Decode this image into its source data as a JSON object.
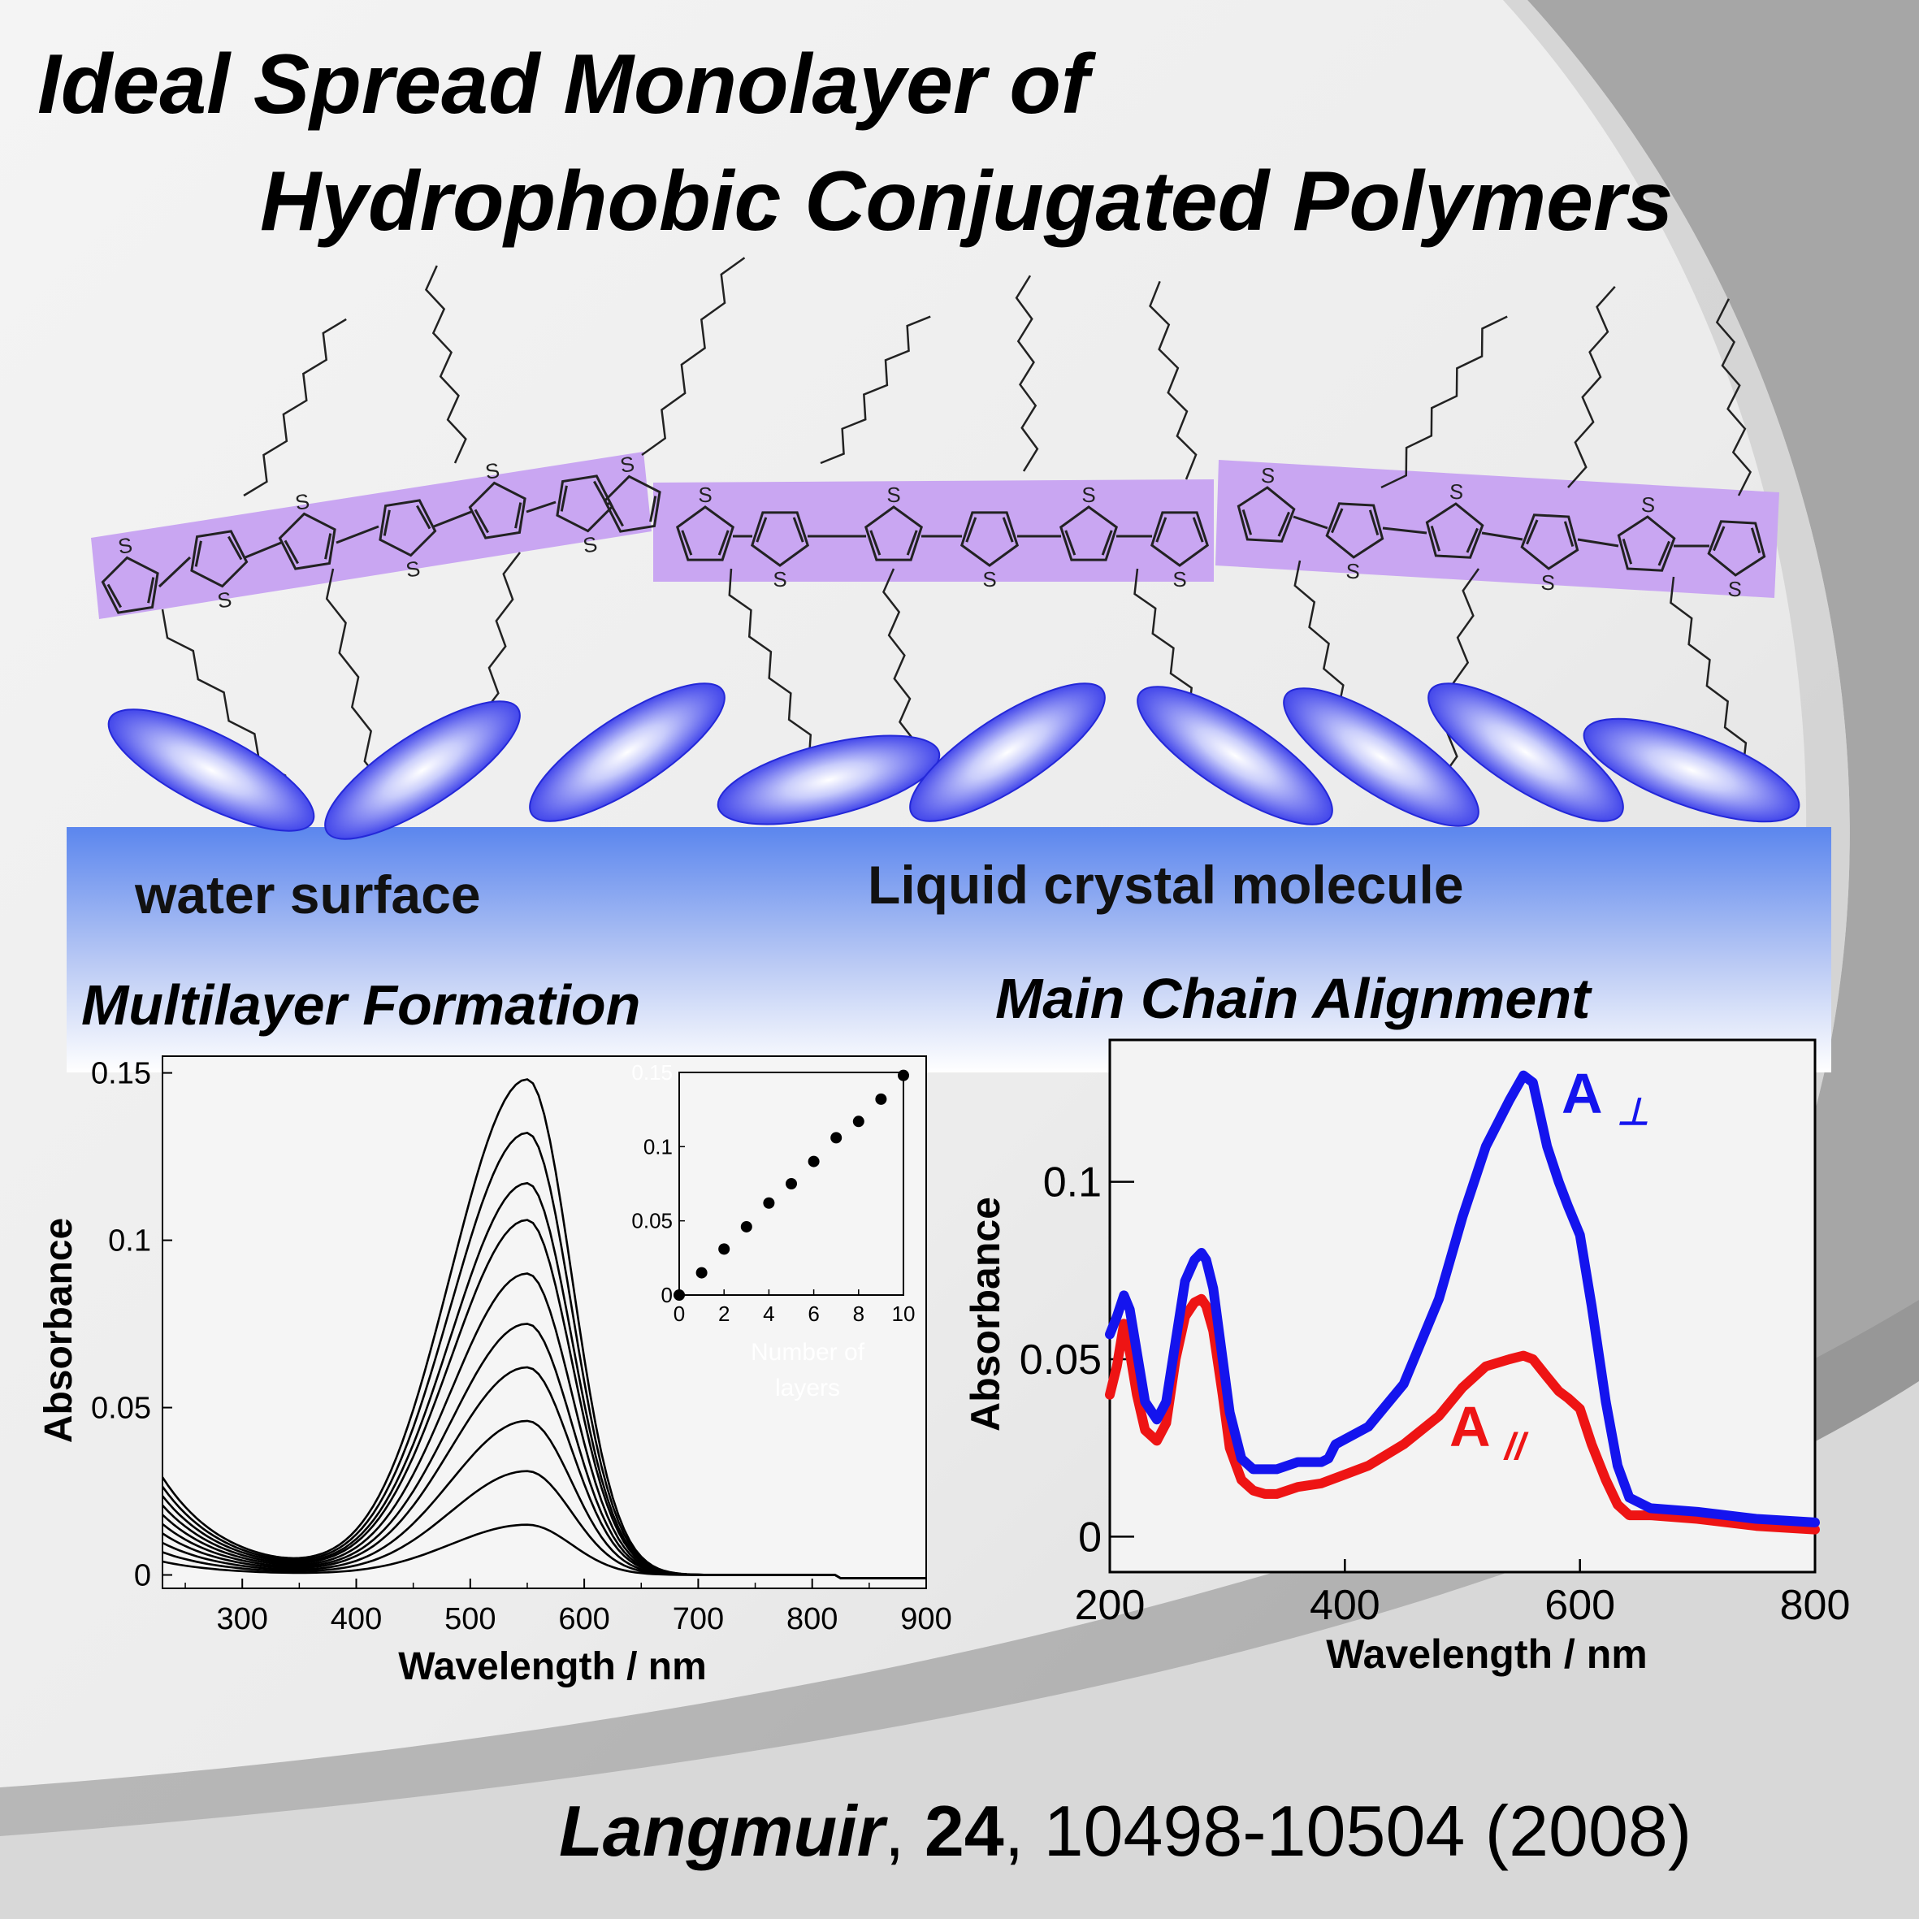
{
  "title": {
    "line1": "Ideal Spread Monolayer of",
    "line2": "Hydrophobic Conjugated Polymers"
  },
  "scene": {
    "water_label": "water surface",
    "lc_label": "Liquid crystal molecule",
    "sulfur_label": "S",
    "colors": {
      "polymer_band": "#c9a6f2",
      "lc_molecule": "#3436ee",
      "water": "#5b86ee"
    }
  },
  "sections": {
    "left_title": "Multilayer Formation",
    "right_title": "Main Chain Alignment"
  },
  "citation": {
    "journal": "Langmuir",
    "sep1": ", ",
    "volume": "24",
    "rest": ", 10498-10504 (2008)"
  },
  "chart_data": [
    {
      "type": "line",
      "xlabel": "Wavelength  /  nm",
      "ylabel": "Absorbance",
      "xlim": [
        230,
        900
      ],
      "ylim": [
        -0.004,
        0.155
      ],
      "xticks": [
        300,
        400,
        500,
        600,
        700,
        800,
        900
      ],
      "yticks": [
        0,
        0.05,
        0.1,
        0.15
      ],
      "ytick_labels": [
        "0",
        "0.05",
        "0.1",
        "0.15"
      ],
      "peak_nm": 550,
      "series_peaks": [
        0.015,
        0.031,
        0.046,
        0.062,
        0.075,
        0.09,
        0.106,
        0.117,
        0.132,
        0.148
      ],
      "color": "#000000"
    },
    {
      "type": "scatter",
      "inset": true,
      "xlabel": "Number of layers",
      "xlim": [
        0,
        10
      ],
      "ylim": [
        0,
        0.15
      ],
      "xticks": [
        0,
        2,
        4,
        6,
        8,
        10
      ],
      "yticks": [
        0,
        0.05,
        0.1,
        0.15
      ],
      "ytick_labels": [
        "0",
        "0.05",
        "0.1",
        "0.15"
      ],
      "x": [
        0,
        1,
        2,
        3,
        4,
        5,
        6,
        7,
        8,
        9,
        10
      ],
      "y": [
        0,
        0.015,
        0.031,
        0.046,
        0.062,
        0.075,
        0.09,
        0.106,
        0.117,
        0.132,
        0.148
      ]
    },
    {
      "type": "line",
      "xlabel": "Wavelength / nm",
      "ylabel": "Absorbance",
      "xlim": [
        200,
        800
      ],
      "ylim": [
        -0.01,
        0.14
      ],
      "xticks": [
        200,
        400,
        600,
        800
      ],
      "yticks": [
        0,
        0.05,
        0.1
      ],
      "ytick_labels": [
        "0",
        "0.05",
        "0.1"
      ],
      "series": [
        {
          "name": "A",
          "subscript": "⊥",
          "color": "#1414ee",
          "x": [
            200,
            206,
            212,
            217,
            223,
            230,
            240,
            248,
            256,
            264,
            272,
            278,
            282,
            288,
            296,
            302,
            312,
            322,
            332,
            342,
            360,
            380,
            386,
            392,
            420,
            450,
            480,
            500,
            520,
            540,
            552,
            560,
            572,
            582,
            590,
            600,
            610,
            622,
            632,
            642,
            660,
            700,
            750,
            800
          ],
          "y": [
            0.057,
            0.062,
            0.068,
            0.064,
            0.052,
            0.038,
            0.033,
            0.038,
            0.055,
            0.072,
            0.078,
            0.08,
            0.078,
            0.07,
            0.05,
            0.035,
            0.022,
            0.019,
            0.019,
            0.019,
            0.021,
            0.021,
            0.022,
            0.026,
            0.031,
            0.043,
            0.067,
            0.09,
            0.11,
            0.123,
            0.13,
            0.128,
            0.11,
            0.1,
            0.093,
            0.085,
            0.065,
            0.038,
            0.02,
            0.011,
            0.008,
            0.007,
            0.005,
            0.004
          ]
        },
        {
          "name": "A",
          "subscript": "//",
          "color": "#ee1414",
          "x": [
            200,
            206,
            212,
            217,
            223,
            230,
            240,
            248,
            256,
            264,
            272,
            278,
            282,
            288,
            296,
            302,
            312,
            322,
            332,
            342,
            360,
            380,
            420,
            450,
            480,
            500,
            520,
            540,
            552,
            560,
            572,
            582,
            590,
            600,
            610,
            622,
            632,
            642,
            660,
            700,
            750,
            800
          ],
          "y": [
            0.04,
            0.048,
            0.06,
            0.052,
            0.04,
            0.03,
            0.027,
            0.032,
            0.05,
            0.062,
            0.066,
            0.067,
            0.065,
            0.058,
            0.04,
            0.025,
            0.016,
            0.013,
            0.012,
            0.012,
            0.014,
            0.015,
            0.02,
            0.026,
            0.034,
            0.042,
            0.048,
            0.05,
            0.051,
            0.05,
            0.045,
            0.041,
            0.039,
            0.036,
            0.026,
            0.016,
            0.009,
            0.006,
            0.006,
            0.005,
            0.003,
            0.002
          ]
        }
      ]
    }
  ]
}
